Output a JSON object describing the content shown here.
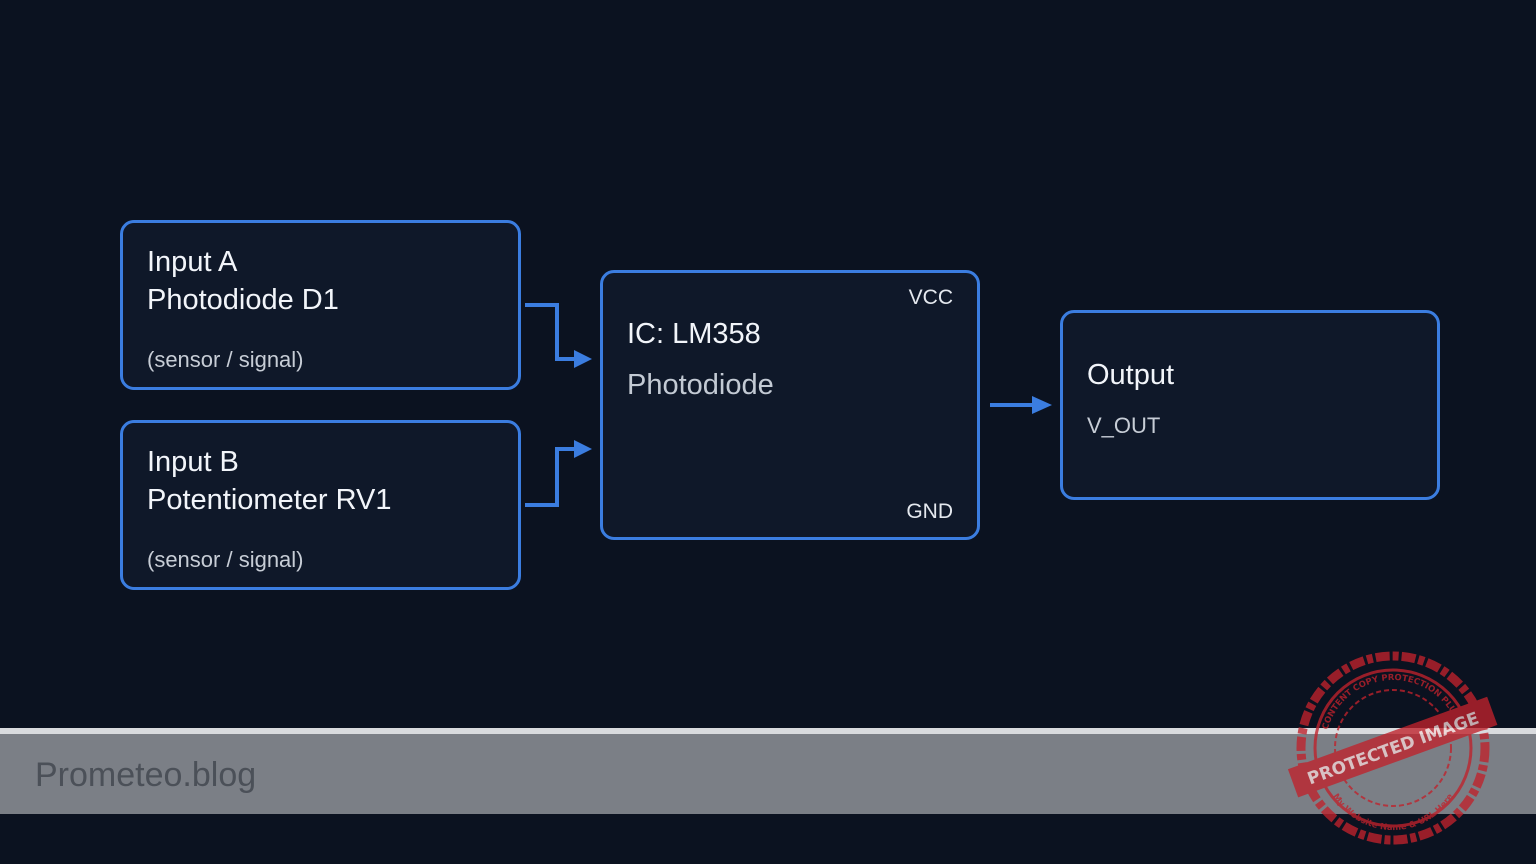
{
  "input_a": {
    "title": "Input A",
    "device": "Photodiode D1",
    "note": "(sensor / signal)"
  },
  "input_b": {
    "title": "Input B",
    "device": "Potentiometer RV1",
    "note": "(sensor / signal)"
  },
  "ic": {
    "title": "IC: LM358",
    "subtitle": "Photodiode",
    "vcc": "VCC",
    "gnd": "GND"
  },
  "output": {
    "title": "Output",
    "signal": "V_OUT"
  },
  "footer": {
    "brand": "Prometeo.blog"
  },
  "stamp": {
    "main": "PROTECTED IMAGE",
    "ring": "CONTENT COPY PROTECTION PLUGIN",
    "bottom": "My Website Name & URL Here"
  },
  "colors": {
    "background": "#0b1220",
    "accent": "#3b7de0",
    "stamp": "#c0222c"
  }
}
